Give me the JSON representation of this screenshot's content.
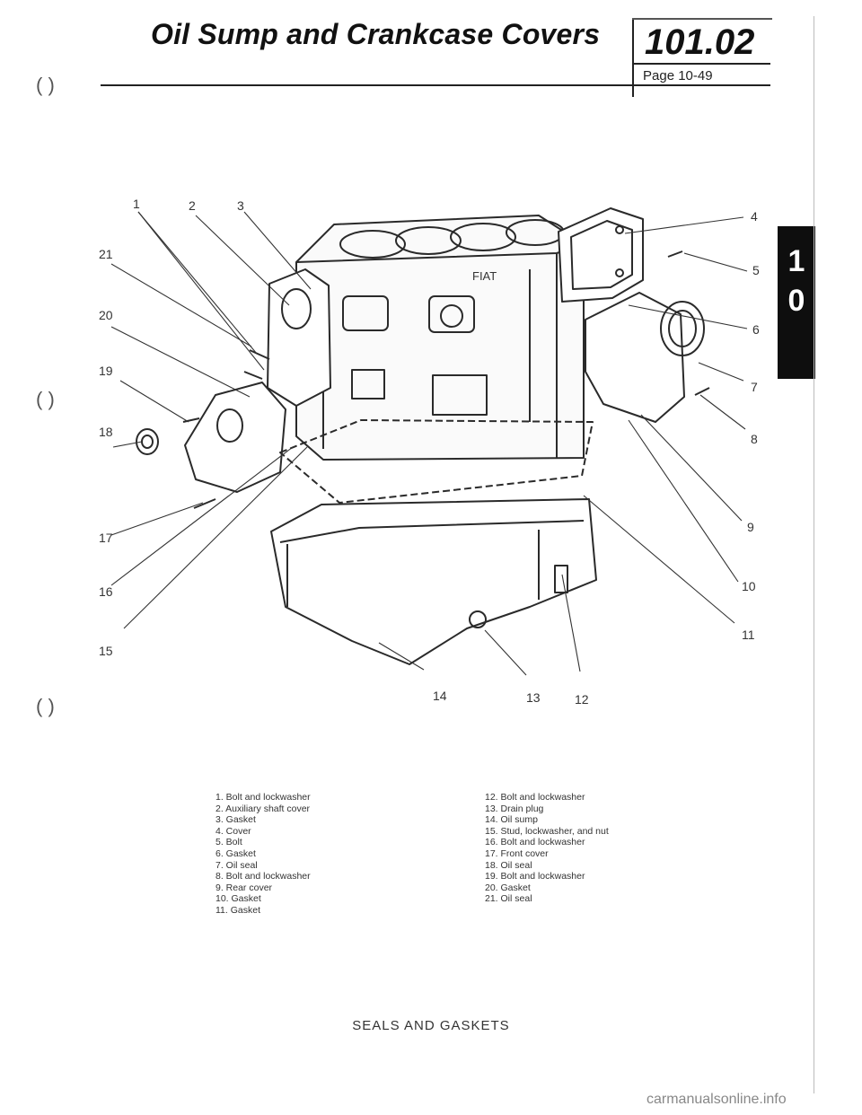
{
  "header": {
    "title": "Oil Sump and Crankcase Covers",
    "section_number": "101.02",
    "page_label": "Page 10-49"
  },
  "tab": {
    "digit_1": "1",
    "digit_2": "0"
  },
  "diagram": {
    "callouts": [
      "1",
      "2",
      "3",
      "4",
      "5",
      "6",
      "7",
      "8",
      "9",
      "10",
      "11",
      "12",
      "13",
      "14",
      "15",
      "16",
      "17",
      "18",
      "19",
      "20",
      "21"
    ],
    "block_brand": "FIAT"
  },
  "legend": {
    "left": [
      "1. Bolt and lockwasher",
      "2. Auxiliary shaft cover",
      "3. Gasket",
      "4. Cover",
      "5. Bolt",
      "6. Gasket",
      "7. Oil seal",
      "8. Bolt and lockwasher",
      "9. Rear cover",
      "10. Gasket",
      "11. Gasket"
    ],
    "right": [
      "12. Bolt and lockwasher",
      "13. Drain plug",
      "14. Oil sump",
      "15. Stud, lockwasher, and nut",
      "16. Bolt and lockwasher",
      "17. Front cover",
      "18. Oil seal",
      "19. Bolt and lockwasher",
      "20. Gasket",
      "21. Oil seal"
    ]
  },
  "caption": "SEALS AND GASKETS",
  "watermark": "carmanualsonline.info"
}
